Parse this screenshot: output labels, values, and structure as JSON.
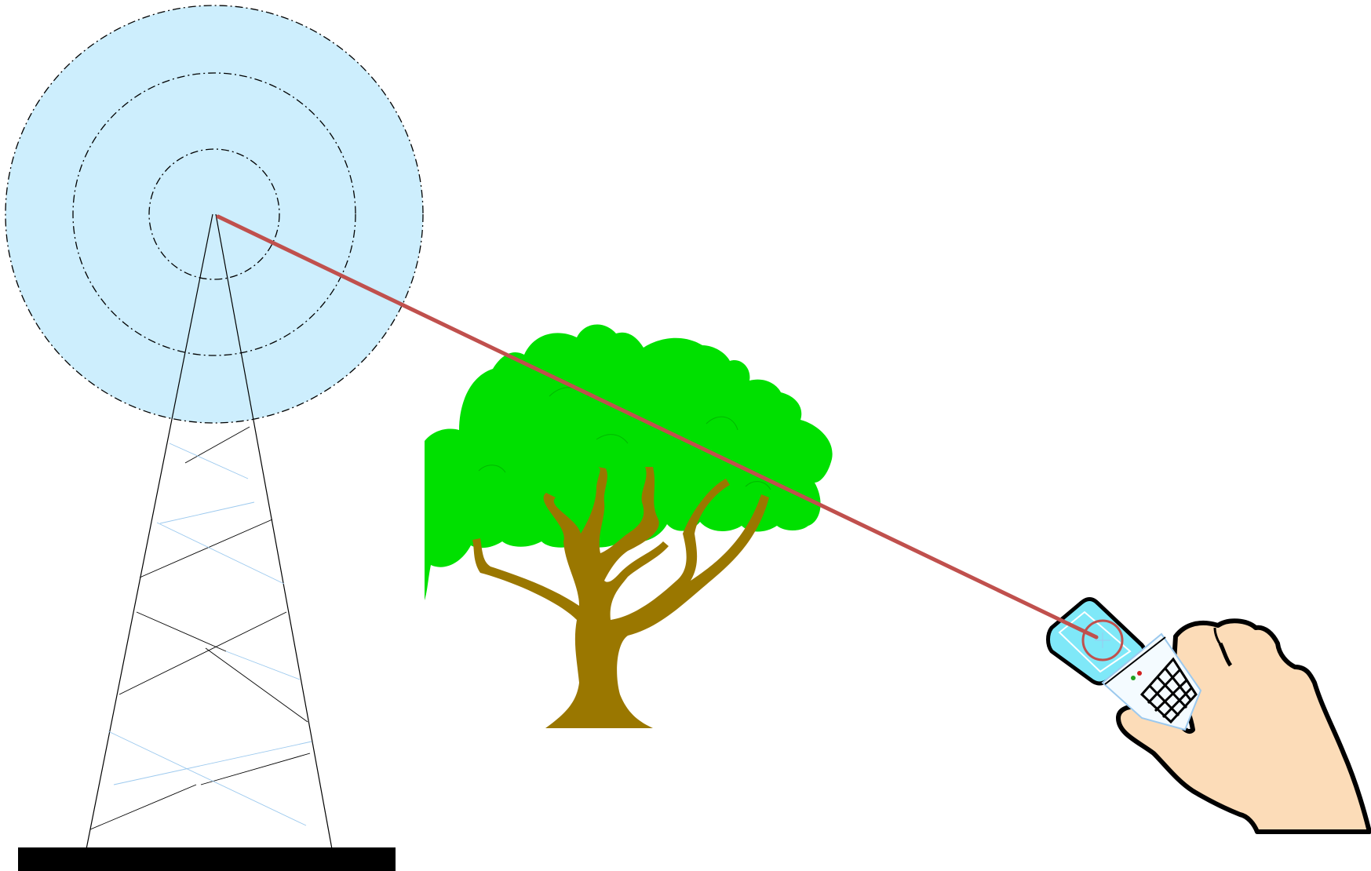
{
  "diagram": {
    "elements": [
      {
        "id": "signal-coverage",
        "icon": "radio-wave-rings"
      },
      {
        "id": "transmission-tower",
        "icon": "lattice-antenna-tower"
      },
      {
        "id": "tree",
        "icon": "tree-icon"
      },
      {
        "id": "signal-path",
        "icon": "line-of-sight-line"
      },
      {
        "id": "mobile-phone",
        "icon": "handheld-phone-icon"
      },
      {
        "id": "hand",
        "icon": "hand-icon"
      }
    ],
    "colors": {
      "coverage_fill": "#cdeefd",
      "signal_line": "#c0504d",
      "foliage": "#00e000",
      "trunk": "#9a7700",
      "skin": "#fcdcb8",
      "phone_screen": "#7fe8f8",
      "ground_base": "#000000"
    }
  }
}
